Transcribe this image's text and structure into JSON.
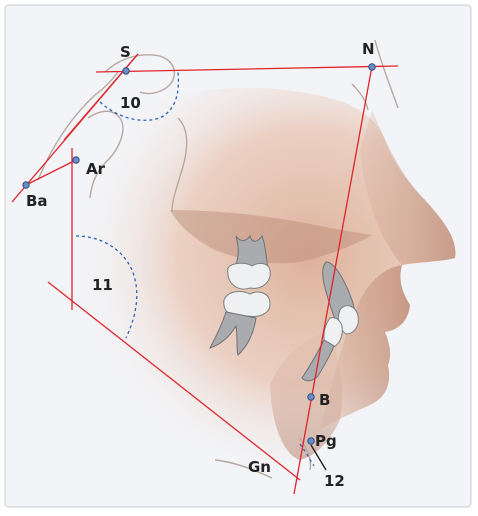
{
  "landmarks": {
    "S": "S",
    "N": "N",
    "Ar": "Ar",
    "Ba": "Ba",
    "B": "B",
    "Pg": "Pg",
    "Gn": "Gn"
  },
  "angles": {
    "a10": "10",
    "a11": "11",
    "a12": "12"
  },
  "colors": {
    "reference_line": "#e0242c",
    "angle_arc": "#2a63b8",
    "landmark_point": "#6c8dc5",
    "skin": "#e8c2ae"
  }
}
